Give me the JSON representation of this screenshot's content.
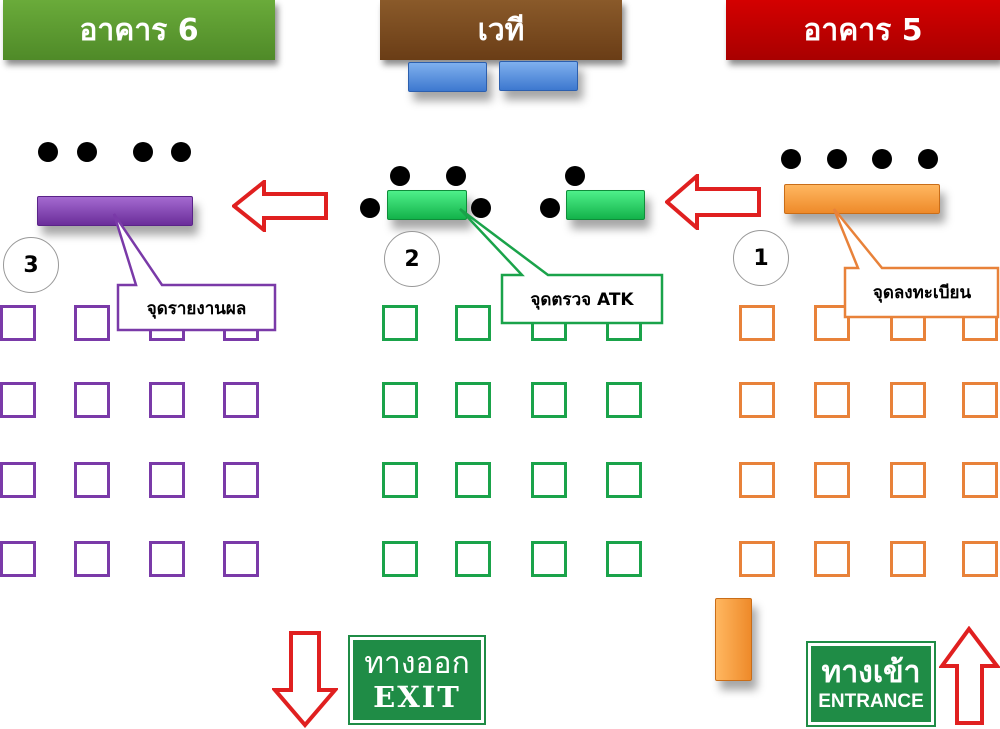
{
  "headers": {
    "building6": "อาคาร 6",
    "stage": "เวที",
    "building5": "อาคาร 5"
  },
  "steps": {
    "step1": "1",
    "step2": "2",
    "step3": "3"
  },
  "callouts": {
    "registration": "จุดลงทะเบียน",
    "atk": "จุดตรวจ ATK",
    "results": "จุดรายงานผล"
  },
  "signs": {
    "exit_thai": "ทางออก",
    "exit_en": "EXIT",
    "entrance_thai": "ทางเข้า",
    "entrance_en": "ENTRANCE"
  },
  "colors": {
    "building6_header": "#5f9e33",
    "stage_header": "#7a4a1e",
    "building5_header": "#c00000",
    "purple": "#7a3aa8",
    "green": "#1aa34a",
    "orange": "#e8823a",
    "blue": "#4a86d8",
    "arrow_red": "#e02020",
    "sign_green": "#1f8c46"
  }
}
